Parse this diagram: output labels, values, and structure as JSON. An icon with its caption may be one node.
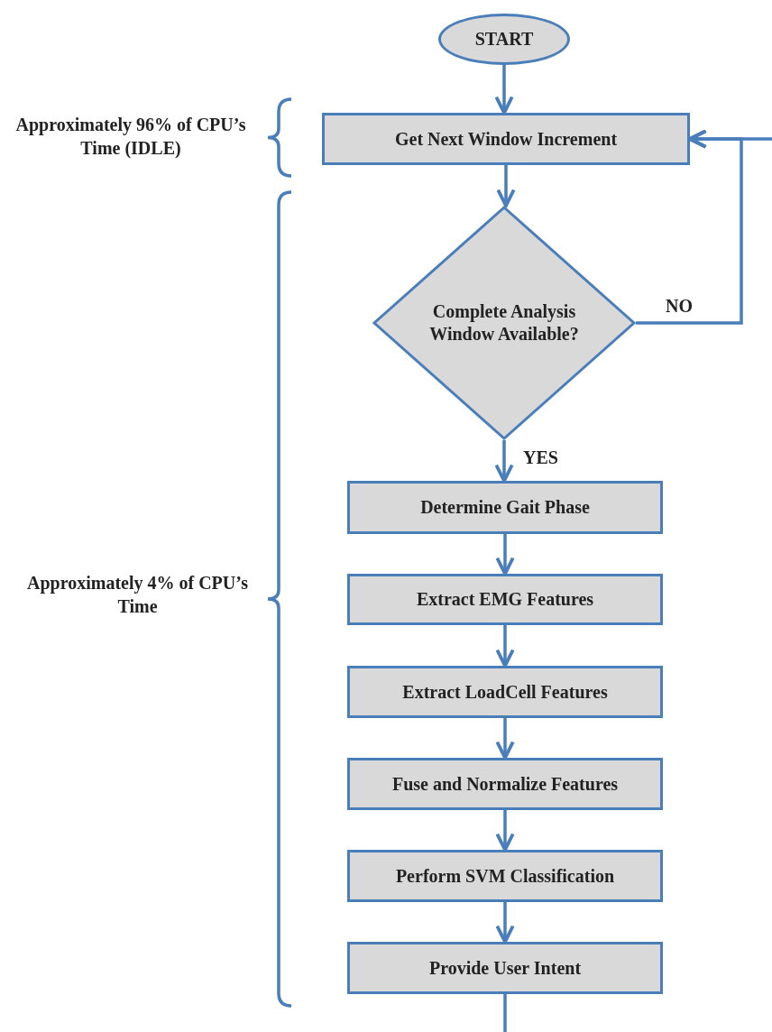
{
  "diagram": {
    "nodes": [
      {
        "text": [
          "START"
        ]
      },
      {
        "text": [
          "Get Next Window Increment"
        ]
      },
      {
        "text": [
          "Complete Analysis Window Available?"
        ]
      },
      {
        "text": [
          "Determine Gait Phase"
        ]
      },
      {
        "text": [
          "Extract EMG Features"
        ]
      },
      {
        "text": [
          "Extract LoadCell Features"
        ]
      },
      {
        "text": [
          "Fuse and Normalize Features"
        ]
      },
      {
        "text": [
          "Perform SVM Classification"
        ]
      },
      {
        "text": [
          "Provide User Intent"
        ]
      }
    ],
    "edges": [
      {
        "from": 0,
        "to": 1,
        "arrow": "to"
      },
      {
        "from": 1,
        "to": 2,
        "arrow": "to"
      },
      {
        "from": 2,
        "to": 3,
        "arrow": "to",
        "label": "YES"
      },
      {
        "from": 2,
        "to": 1,
        "arrow": "to",
        "label": "NO"
      },
      {
        "from": 3,
        "to": 4,
        "arrow": "to"
      },
      {
        "from": 4,
        "to": 5,
        "arrow": "to"
      },
      {
        "from": 5,
        "to": 6,
        "arrow": "to"
      },
      {
        "from": 6,
        "to": 7,
        "arrow": "to"
      },
      {
        "from": 7,
        "to": 8,
        "arrow": "to"
      },
      {
        "from": 8,
        "to": null,
        "arrow": "none"
      },
      {
        "from": null,
        "to": 1,
        "arrow": "to"
      }
    ],
    "labels": [
      "Approximately 96% of CPU’s Time (IDLE)",
      "Approximately 4% of CPU’s Time"
    ]
  }
}
